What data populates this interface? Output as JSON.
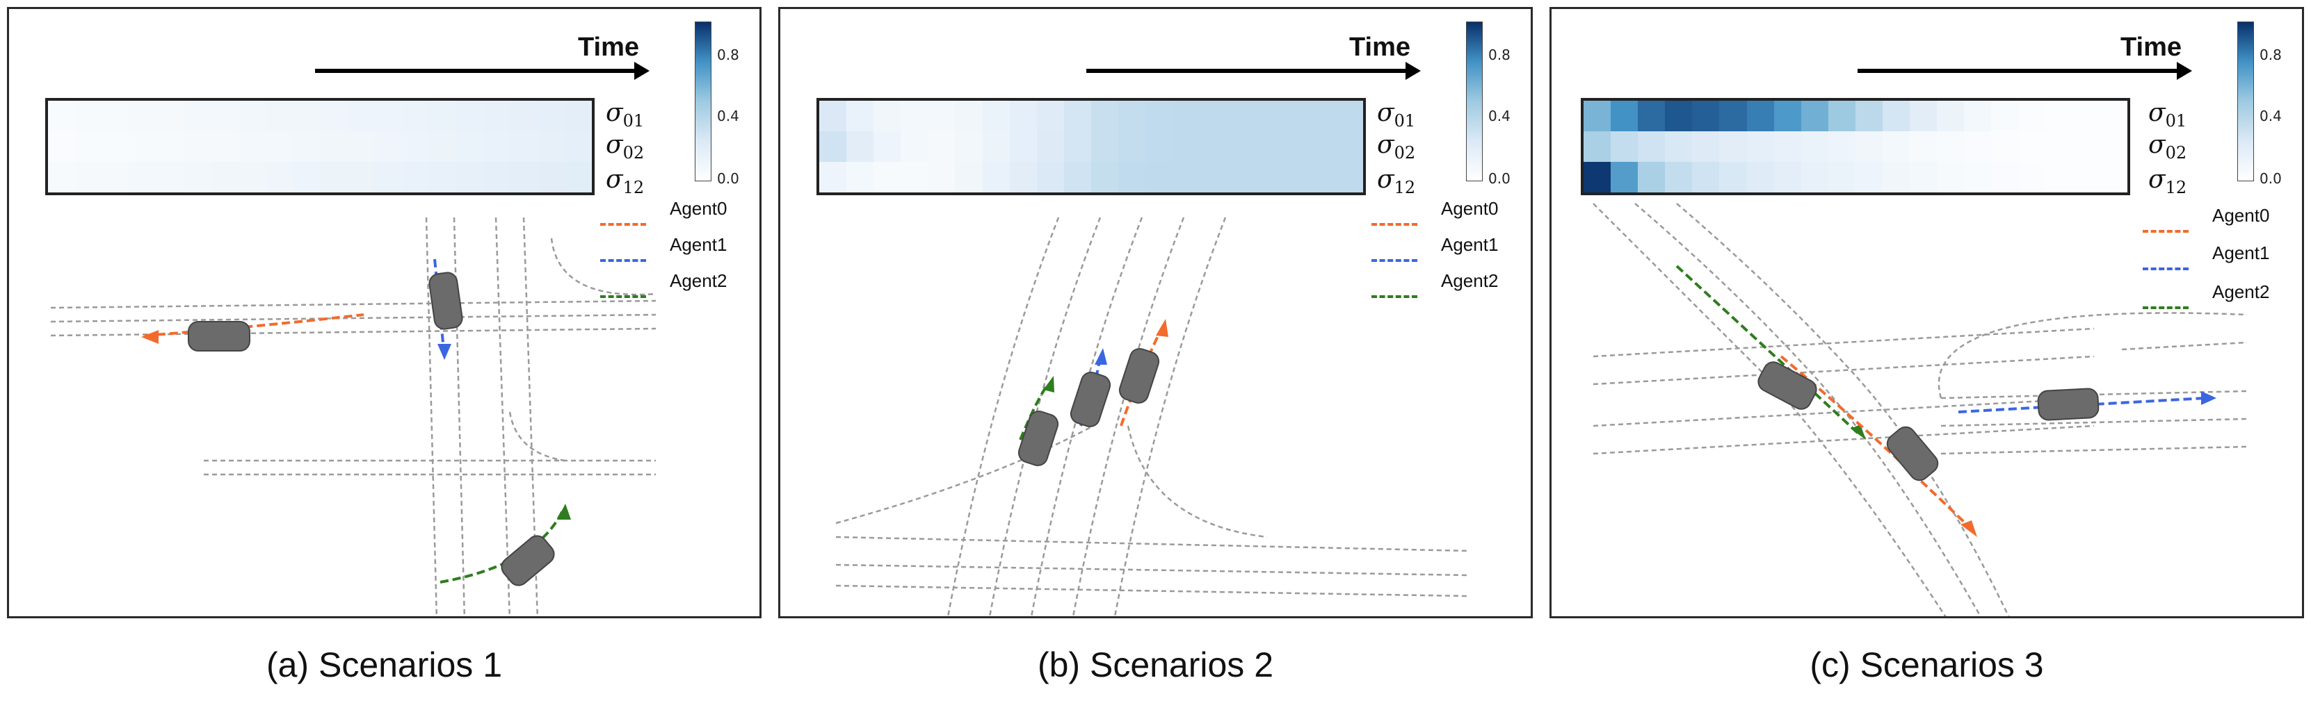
{
  "time_label": "Time",
  "sigma_labels": [
    {
      "sym": "σ",
      "sub": "01"
    },
    {
      "sym": "σ",
      "sub": "02"
    },
    {
      "sym": "σ",
      "sub": "12"
    }
  ],
  "colorbar": {
    "ticks": [
      "0.8",
      "0.4",
      "0.0"
    ],
    "range": [
      0.0,
      1.0
    ],
    "colormap": "Blues"
  },
  "agents": [
    {
      "name": "Agent0",
      "color": "#f26b2d"
    },
    {
      "name": "Agent1",
      "color": "#3a66e0"
    },
    {
      "name": "Agent2",
      "color": "#2f7d1f"
    }
  ],
  "panels": [
    {
      "caption": "(a) Scenarios 1",
      "heatmap": [
        [
          0.05,
          0.06,
          0.06,
          0.07,
          0.07,
          0.08,
          0.08,
          0.09,
          0.1,
          0.1,
          0.11,
          0.12,
          0.12,
          0.13,
          0.14,
          0.15,
          0.16,
          0.17,
          0.18,
          0.19
        ],
        [
          0.04,
          0.05,
          0.05,
          0.06,
          0.06,
          0.07,
          0.07,
          0.08,
          0.08,
          0.09,
          0.1,
          0.1,
          0.11,
          0.12,
          0.13,
          0.14,
          0.15,
          0.16,
          0.17,
          0.18
        ],
        [
          0.06,
          0.07,
          0.07,
          0.08,
          0.08,
          0.09,
          0.1,
          0.1,
          0.11,
          0.12,
          0.13,
          0.13,
          0.14,
          0.15,
          0.16,
          0.17,
          0.18,
          0.19,
          0.2,
          0.21
        ]
      ]
    },
    {
      "caption": "(b) Scenarios 2",
      "heatmap": [
        [
          0.25,
          0.15,
          0.1,
          0.08,
          0.08,
          0.1,
          0.14,
          0.18,
          0.22,
          0.28,
          0.33,
          0.35,
          0.36,
          0.37,
          0.37,
          0.37,
          0.37,
          0.37,
          0.37,
          0.37
        ],
        [
          0.3,
          0.2,
          0.12,
          0.08,
          0.07,
          0.09,
          0.13,
          0.18,
          0.23,
          0.28,
          0.33,
          0.35,
          0.36,
          0.37,
          0.37,
          0.37,
          0.37,
          0.37,
          0.37,
          0.37
        ],
        [
          0.12,
          0.08,
          0.06,
          0.06,
          0.07,
          0.1,
          0.15,
          0.2,
          0.25,
          0.3,
          0.34,
          0.36,
          0.37,
          0.37,
          0.37,
          0.37,
          0.37,
          0.37,
          0.37,
          0.37
        ]
      ]
    },
    {
      "caption": "(c) Scenarios 3",
      "heatmap": [
        [
          0.6,
          0.75,
          0.85,
          0.9,
          0.88,
          0.85,
          0.8,
          0.72,
          0.62,
          0.5,
          0.38,
          0.28,
          0.2,
          0.13,
          0.08,
          0.05,
          0.03,
          0.02,
          0.02,
          0.02
        ],
        [
          0.45,
          0.35,
          0.3,
          0.26,
          0.23,
          0.2,
          0.18,
          0.16,
          0.14,
          0.12,
          0.1,
          0.08,
          0.06,
          0.05,
          0.04,
          0.03,
          0.02,
          0.02,
          0.02,
          0.02
        ],
        [
          0.98,
          0.7,
          0.45,
          0.35,
          0.3,
          0.26,
          0.22,
          0.19,
          0.16,
          0.14,
          0.12,
          0.1,
          0.08,
          0.06,
          0.05,
          0.04,
          0.03,
          0.02,
          0.02,
          0.02
        ]
      ]
    }
  ]
}
